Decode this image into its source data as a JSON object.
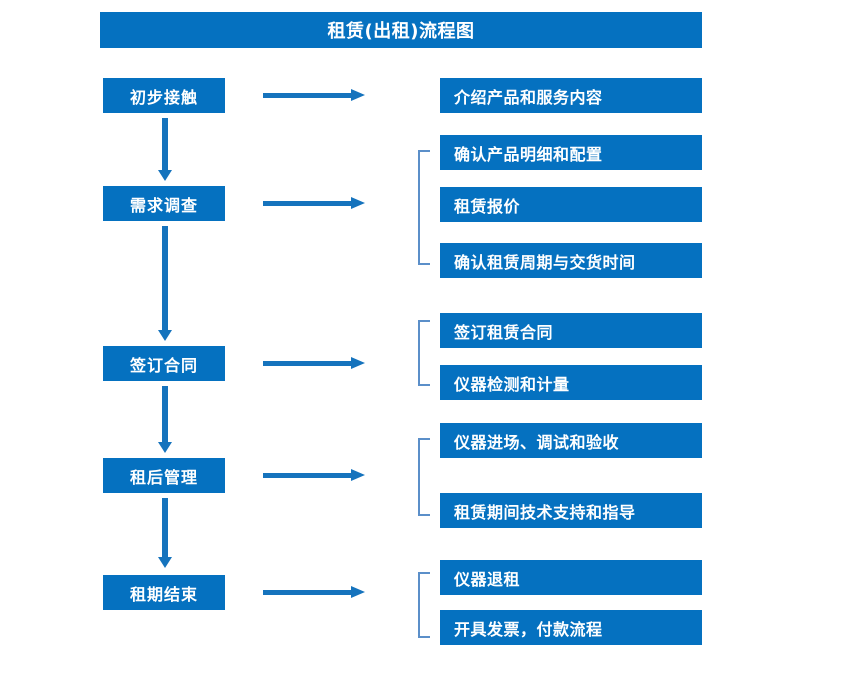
{
  "title": "租赁(出租)流程图",
  "theme": {
    "box_fill": "#0571c0",
    "box_text": "#ffffff",
    "arrow": "#1573bd",
    "bracket": "#5b8fc9",
    "background": "#ffffff"
  },
  "stages": [
    {
      "label": "初步接触",
      "details": [
        "介绍产品和服务内容"
      ]
    },
    {
      "label": "需求调查",
      "details": [
        "确认产品明细和配置",
        "租赁报价",
        "确认租赁周期与交货时间"
      ]
    },
    {
      "label": "签订合同",
      "details": [
        "签订租赁合同",
        "仪器检测和计量"
      ]
    },
    {
      "label": "租后管理",
      "details": [
        "仪器进场、调试和验收",
        "租赁期间技术支持和指导"
      ]
    },
    {
      "label": "租期结束",
      "details": [
        "仪器退租",
        "开具发票，付款流程"
      ]
    }
  ]
}
